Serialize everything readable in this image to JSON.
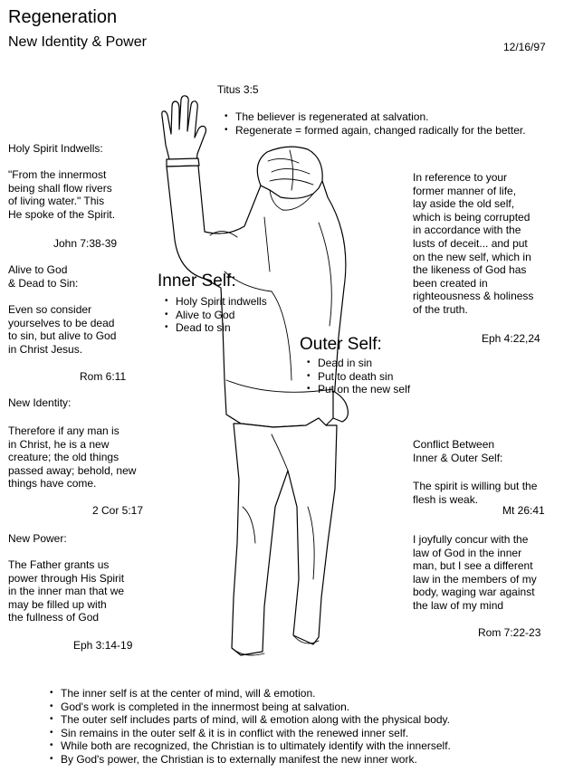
{
  "header": {
    "title": "Regeneration",
    "subtitle": "New Identity & Power",
    "date": "12/16/97"
  },
  "titus": {
    "ref": "Titus 3:5",
    "bullets": [
      "The believer is regenerated at salvation.",
      "Regenerate = formed again, changed radically for the better."
    ]
  },
  "left": {
    "spirit": {
      "heading": "Holy Spirit Indwells:",
      "text": "\"From the innermost\nbeing shall flow rivers\nof living water.\"  This\nHe spoke of the Spirit.",
      "ref": "John 7:38-39"
    },
    "alive": {
      "heading": "Alive to God\n& Dead to Sin:",
      "text": "Even so consider\nyourselves to be dead\nto sin, but alive to God\nin Christ Jesus.",
      "ref": "Rom 6:11"
    },
    "identity": {
      "heading": "New Identity:",
      "text": "Therefore if any man is\nin Christ, he is a new\ncreature; the old things\npassed away; behold, new\nthings have come.",
      "ref": "2 Cor 5:17"
    },
    "power": {
      "heading": "New Power:",
      "text": "The Father grants us\npower through His Spirit\nin the inner man that we\nmay be filled up with\nthe fullness of God",
      "ref": "Eph 3:14-19"
    }
  },
  "inner_self": {
    "label": "Inner Self:",
    "bullets": [
      "Holy Spirit indwells",
      "Alive to God",
      "Dead to sin"
    ]
  },
  "outer_self": {
    "label": "Outer Self:",
    "bullets": [
      "Dead in sin",
      "Put to death sin",
      "Put on the new self"
    ]
  },
  "right": {
    "ephesians": {
      "text": "In reference to your\nformer manner of life,\nlay aside the old self,\nwhich is being corrupted\nin accordance with the\nlusts of deceit...  and put\non the new self, which in\nthe likeness of God has\nbeen created in\nrighteousness & holiness\nof the truth.",
      "ref": "Eph 4:22,24"
    },
    "conflict": {
      "heading": "Conflict Between\nInner & Outer Self:",
      "text": "The spirit is willing but the\nflesh is weak.",
      "ref": "Mt 26:41",
      "text2": "I joyfully concur with the\nlaw of God in the inner\nman, but I see a different\nlaw in the members of my\nbody, waging war against\nthe law of my mind",
      "ref2": "Rom 7:22-23"
    }
  },
  "summary": [
    "The inner self is at the center of mind, will & emotion.",
    "God's work is completed in the innermost being at salvation.",
    "The outer self includes parts of mind, will & emotion along with the physical body.",
    "Sin remains in the outer self & it is in conflict with the renewed inner self.",
    "While both are recognized, the Christian is to ultimately identify with the innerself.",
    "By God's power, the Christian is to externally manifest the new inner work."
  ],
  "icons": {
    "figure": "man-raising-hand-illustration"
  }
}
